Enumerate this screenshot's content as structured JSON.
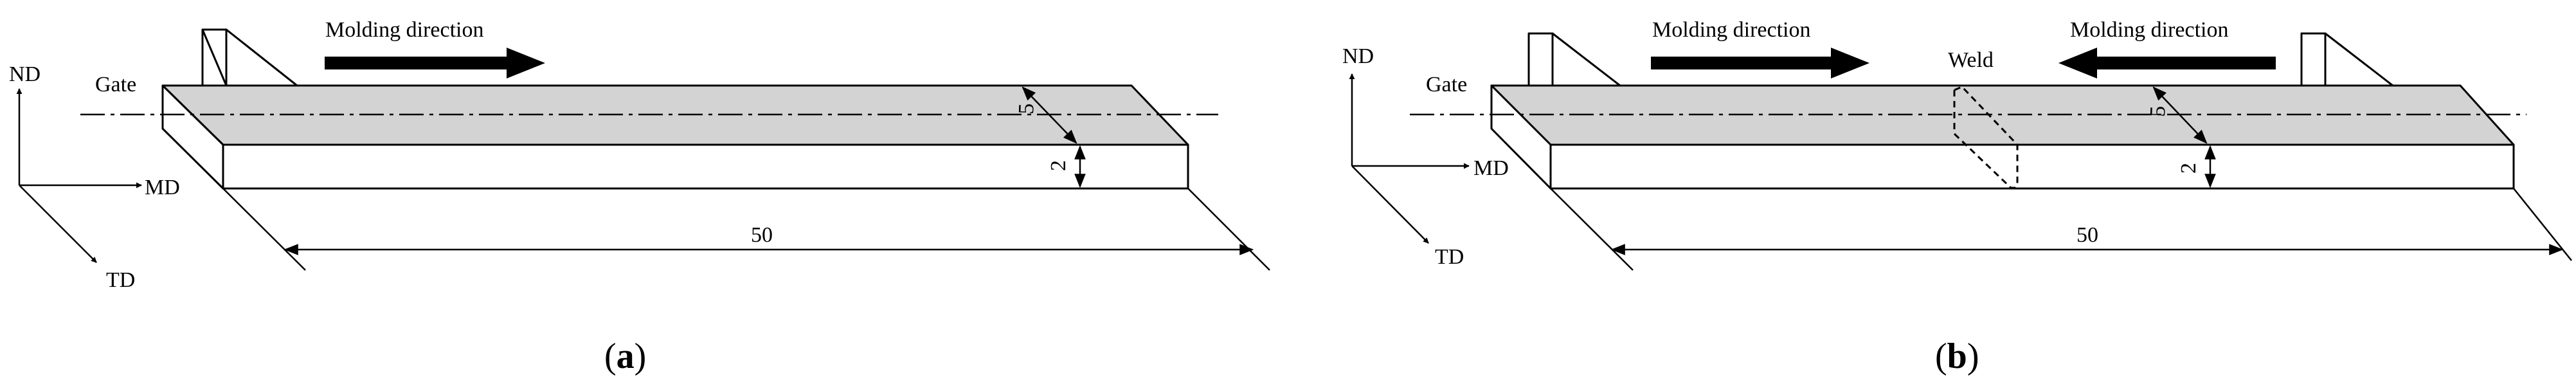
{
  "panel_a": {
    "caption_open": "(",
    "caption_letter": "a",
    "caption_close": ")",
    "axes": {
      "nd": "ND",
      "md": "MD",
      "td": "TD"
    },
    "gate_label": "Gate",
    "molding_label": "Molding direction",
    "dim_width": "5",
    "dim_thickness": "2",
    "dim_length": "50"
  },
  "panel_b": {
    "caption_open": "(",
    "caption_letter": "b",
    "caption_close": ")",
    "axes": {
      "nd": "ND",
      "md": "MD",
      "td": "TD"
    },
    "gate_label": "Gate",
    "molding_label_left": "Molding direction",
    "molding_label_right": "Molding direction",
    "weld_label": "Weld",
    "dim_width": "5",
    "dim_thickness": "2",
    "dim_length": "50"
  }
}
